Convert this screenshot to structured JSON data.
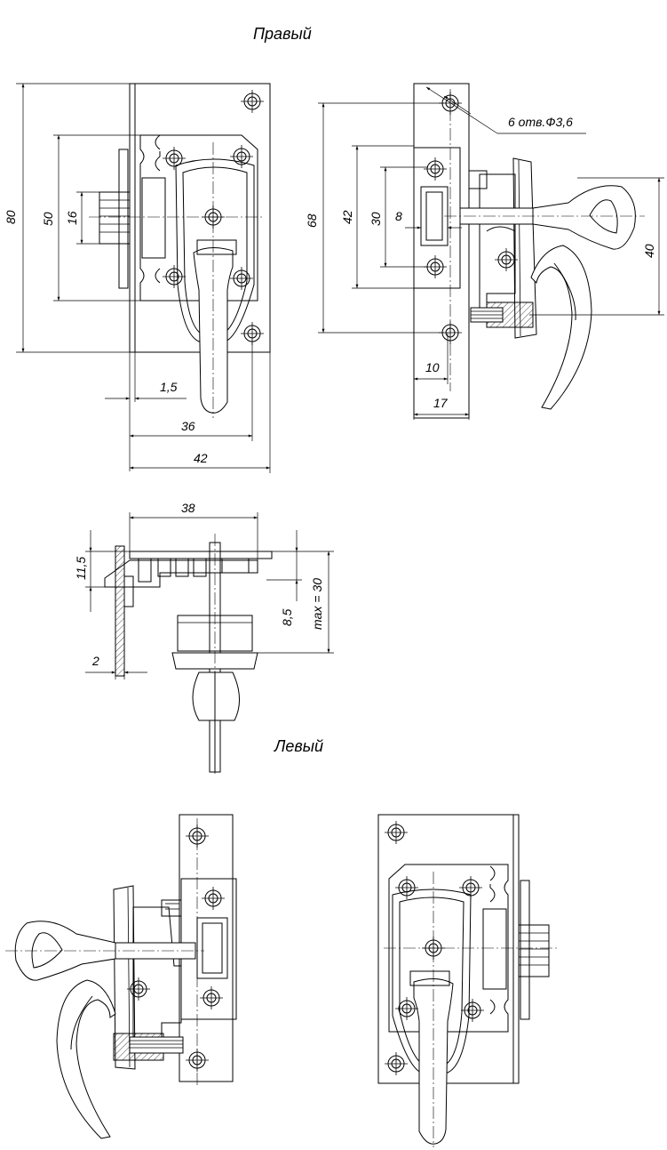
{
  "titles": {
    "right": "Правый",
    "left": "Левый"
  },
  "front_view": {
    "dim_height_total": "80",
    "dim_height_plate": "50",
    "dim_height_bolt": "16",
    "dim_thickness": "1,5",
    "dim_width_inner": "36",
    "dim_width_total": "42"
  },
  "back_view": {
    "dim_holes": "6 отв.Ф3,6",
    "dim_height_68": "68",
    "dim_height_42": "42",
    "dim_height_30": "30",
    "dim_width_8": "8",
    "dim_height_40": "40",
    "dim_width_10": "10",
    "dim_width_17": "17"
  },
  "side_view": {
    "dim_width_38": "38",
    "dim_height_11_5": "11,5",
    "dim_height_8_5": "8,5",
    "dim_max": "max = 30",
    "dim_thickness_2": "2"
  }
}
